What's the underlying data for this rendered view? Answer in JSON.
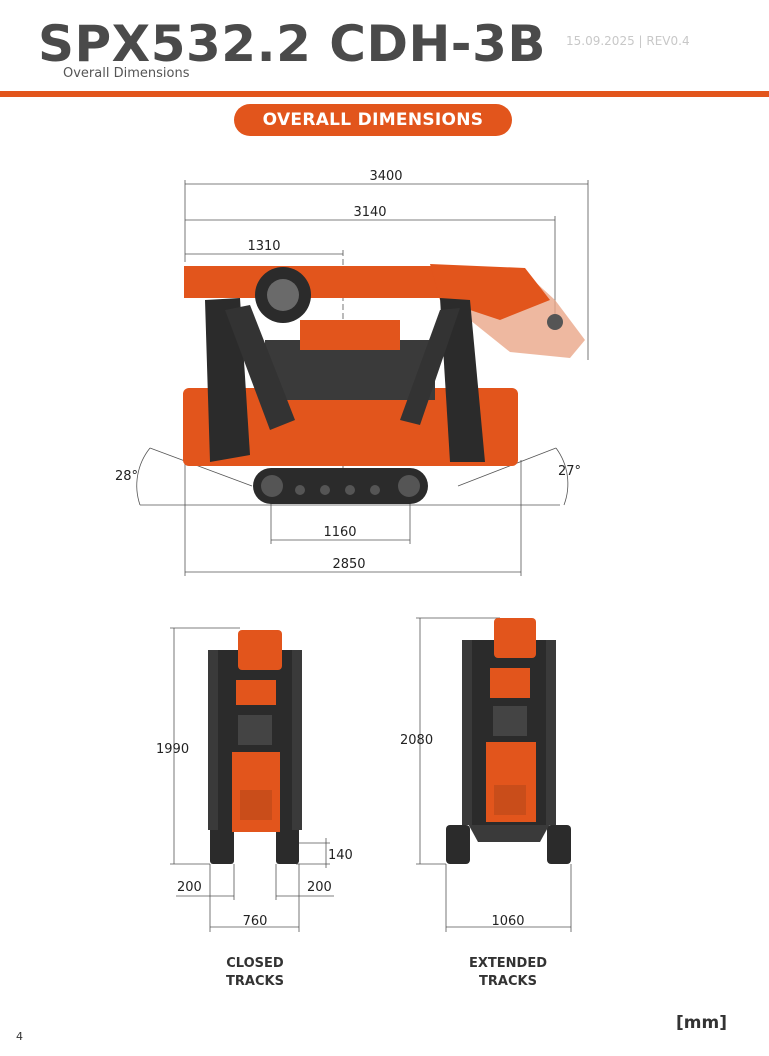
{
  "header": {
    "title": "SPX532.2 CDH-3B",
    "subtitle": "Overall Dimensions",
    "revision": "15.09.2025 | REV0.4"
  },
  "section_label": "OVERALL DIMENSIONS",
  "side_view": {
    "dim_total_length": "3400",
    "dim_boom_length": "3140",
    "dim_boom_to_axis": "1310",
    "dim_track_length": "1160",
    "dim_outrigger_span": "2850",
    "angle_left": "28°",
    "angle_right": "27°"
  },
  "closed_tracks": {
    "dim_height": "1990",
    "dim_clearance": "140",
    "dim_track_left": "200",
    "dim_track_right": "200",
    "dim_width": "760",
    "caption_line1": "CLOSED",
    "caption_line2": "TRACKS"
  },
  "extended_tracks": {
    "dim_height": "2080",
    "dim_width": "1060",
    "caption_line1": "EXTENDED",
    "caption_line2": "TRACKS"
  },
  "footer": {
    "page_number": "4",
    "unit": "[mm]"
  },
  "colors": {
    "accent": "#e2551c",
    "machine_orange": "#e2551c",
    "machine_dark": "#2b2b2b"
  }
}
